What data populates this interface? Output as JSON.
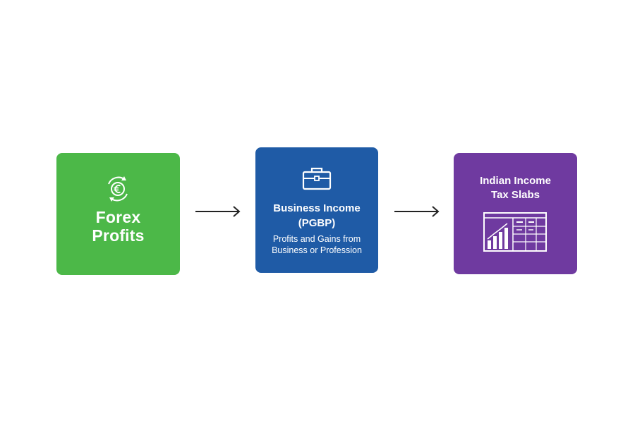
{
  "nodes": {
    "forex": {
      "title_line1": "Forex",
      "title_line2": "Profits",
      "icon": "euro-exchange-icon",
      "color": "#4cb848"
    },
    "business": {
      "title_line1": "Business Income",
      "title_line2": "(PGBP)",
      "desc_line1": "Profits and Gains from",
      "desc_line2": "Business or Profession",
      "icon": "briefcase-icon",
      "color": "#1f5ba6"
    },
    "tax": {
      "title_line1": "Indian Income",
      "title_line2": "Tax Slabs",
      "icon": "chart-table-icon",
      "color": "#6f3aa0"
    }
  },
  "edges": [
    {
      "from": "forex",
      "to": "business"
    },
    {
      "from": "business",
      "to": "tax"
    }
  ],
  "colors": {
    "arrow": "#222222",
    "text": "#ffffff"
  }
}
